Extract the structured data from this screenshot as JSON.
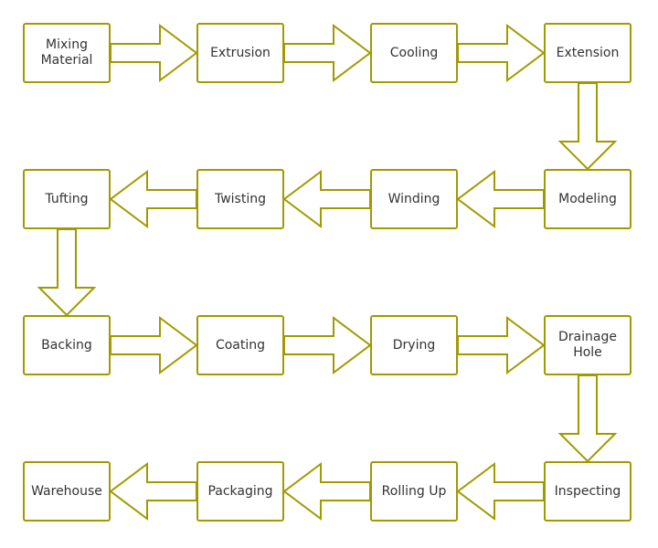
{
  "diagram": {
    "colors": {
      "stroke": "#a09a00",
      "fill": "#ffffff",
      "text": "#333333"
    },
    "rows": [
      {
        "direction": "right",
        "steps": [
          "Mixing\nMaterial",
          "Extrusion",
          "Cooling",
          "Extension"
        ]
      },
      {
        "direction": "left",
        "steps": [
          "Modeling",
          "Winding",
          "Twisting",
          "Tufting"
        ]
      },
      {
        "direction": "right",
        "steps": [
          "Backing",
          "Coating",
          "Drying",
          "Drainage\nHole"
        ]
      },
      {
        "direction": "left",
        "steps": [
          "Inspecting",
          "Rolling Up",
          "Packaging",
          "Warehouse"
        ]
      }
    ]
  }
}
